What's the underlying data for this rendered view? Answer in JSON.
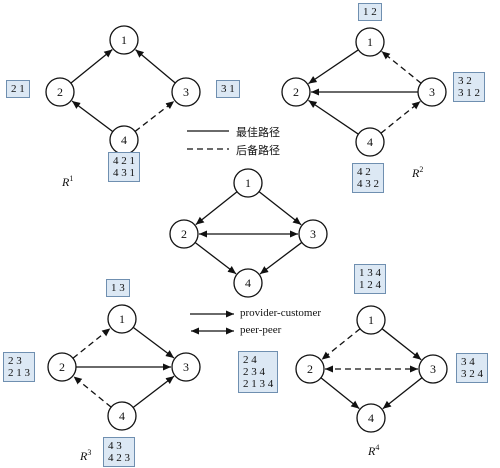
{
  "legend_top": {
    "best_path": "最佳路径",
    "backup_path": "后备路径"
  },
  "legend_middle": {
    "provider_customer": "provider-customer",
    "peer_peer": "peer-peer"
  },
  "center_graph": {
    "nodes": [
      "1",
      "2",
      "3",
      "4"
    ]
  },
  "panels": [
    {
      "label": "R",
      "superscript": "1",
      "nodes": [
        "1",
        "2",
        "3",
        "4"
      ],
      "tables": [
        {
          "node": "2",
          "rows": [
            "2 1"
          ]
        },
        {
          "node": "3",
          "rows": [
            "3 1"
          ]
        },
        {
          "node": "4",
          "rows": [
            "4 2 1",
            "4 3 1"
          ]
        }
      ]
    },
    {
      "label": "R",
      "superscript": "2",
      "nodes": [
        "1",
        "2",
        "3",
        "4"
      ],
      "tables": [
        {
          "node": "1",
          "rows": [
            "1 2"
          ]
        },
        {
          "node": "3",
          "rows": [
            "3 2",
            "3 1 2"
          ]
        },
        {
          "node": "4",
          "rows": [
            "4 2",
            "4 3 2"
          ]
        }
      ]
    },
    {
      "label": "R",
      "superscript": "3",
      "nodes": [
        "1",
        "2",
        "3",
        "4"
      ],
      "tables": [
        {
          "node": "1",
          "rows": [
            "1 3"
          ]
        },
        {
          "node": "2",
          "rows": [
            "2 3",
            "2 1 3"
          ]
        },
        {
          "node": "4",
          "rows": [
            "4 3",
            "4 2 3"
          ]
        }
      ]
    },
    {
      "label": "R",
      "superscript": "4",
      "nodes": [
        "1",
        "2",
        "3",
        "4"
      ],
      "tables": [
        {
          "node": "1",
          "rows": [
            "1 3 4",
            "1 2 4"
          ]
        },
        {
          "node": "2",
          "rows": [
            "2 4",
            "2 3 4",
            "2 1 3 4"
          ]
        },
        {
          "node": "3",
          "rows": [
            "3 4",
            "3 2 4"
          ]
        }
      ]
    }
  ],
  "colors": {
    "table_fill": "#dce8f4",
    "table_border": "#6f8fb0",
    "stroke": "#111111"
  }
}
